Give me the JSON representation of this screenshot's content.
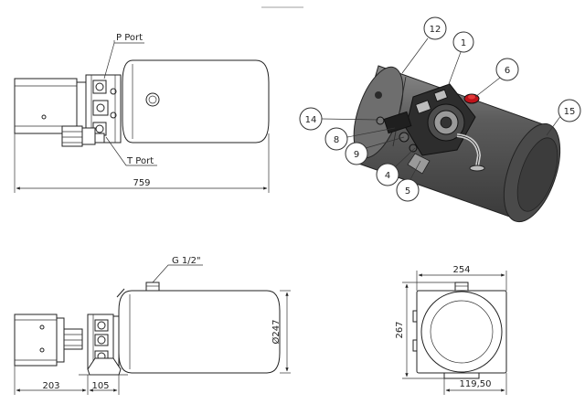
{
  "labels": {
    "p_port": "P Port",
    "t_port": "T Port",
    "g_port": "G 1/2\"",
    "diameter": "Ø247"
  },
  "dimensions": {
    "top_length": "759",
    "front_motor": "203",
    "front_manifold": "105",
    "end_width": "254",
    "end_height": "267",
    "end_offset": "119,50"
  },
  "balloons": [
    "12",
    "1",
    "6",
    "14",
    "15",
    "8",
    "9",
    "4",
    "5"
  ],
  "colors": {
    "line": "#222222",
    "tank_shade": "#4a4a4a",
    "tank_light": "#7a7a7a",
    "accent_red": "#c0121a"
  }
}
